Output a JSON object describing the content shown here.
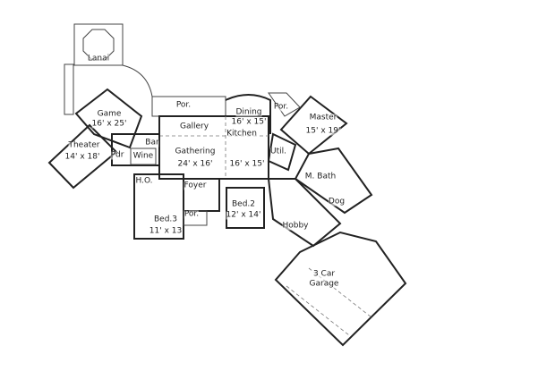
{
  "rooms": {
    "lanai": {
      "name": "Lanai"
    },
    "game": {
      "name": "Game",
      "size": "16' x 25'"
    },
    "theater": {
      "name": "Theater",
      "size": "14' x 18'"
    },
    "porch_rear": {
      "name": "Por."
    },
    "gallery": {
      "name": "Gallery"
    },
    "dining": {
      "name": "Dining",
      "size": "16' x 15'"
    },
    "porch_master": {
      "name": "Por."
    },
    "master": {
      "name": "Master",
      "size": "15' x 19'"
    },
    "kitchen": {
      "name": "Kitchen",
      "size": "16' x 15'"
    },
    "bar": {
      "name": "Bar"
    },
    "wine": {
      "name": "Wine"
    },
    "powder": {
      "name": "Pdr"
    },
    "gathering": {
      "name": "Gathering",
      "size": "24' x 16'"
    },
    "utility": {
      "name": "Util."
    },
    "master_bath": {
      "name": "M. Bath"
    },
    "home_office": {
      "name": "H.O."
    },
    "foyer": {
      "name": "Foyer"
    },
    "dog": {
      "name": "Dog"
    },
    "bed2": {
      "name": "Bed.2",
      "size": "12' x 14'"
    },
    "bed3": {
      "name": "Bed.3",
      "size": "11' x 13"
    },
    "porch_front": {
      "name": "Por."
    },
    "hobby": {
      "name": "Hobby"
    },
    "garage": {
      "name": "3 Car",
      "name2": "Garage"
    }
  },
  "colors": {
    "walls": "#222222",
    "background": "#ffffff"
  }
}
